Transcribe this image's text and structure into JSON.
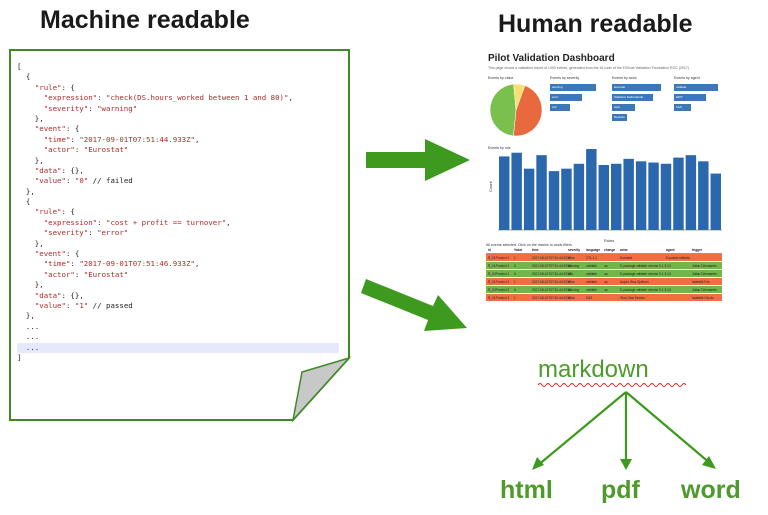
{
  "machine_title": "Machine readable",
  "human_title": "Human readable",
  "code_lines": [
    "[",
    "  {",
    "    \"rule\": {",
    "      \"expression\": \"check(DS.hours_worked between 1 and 80)\",",
    "      \"severity\": \"warning\"",
    "    },",
    "    \"event\": {",
    "      \"time\": \"2017-09-01T07:51:44.933Z\",",
    "      \"actor\": \"Eurostat\"",
    "    },",
    "    \"data\": {},",
    "    \"value\": \"0\" // failed",
    "  },",
    "  {",
    "    \"rule\": {",
    "      \"expression\": \"cost + profit == turnover\",",
    "      \"severity\": \"error\"",
    "    },",
    "    \"event\": {",
    "      \"time\": \"2017-09-01T07:51:46.933Z\",",
    "      \"actor\": \"Eurostat\"",
    "    },",
    "    \"data\": {},",
    "    \"value\": \"1\" // passed",
    "  },",
    "  ...",
    "  ...",
    "  ...",
    "]"
  ],
  "dashboard": {
    "title": "Pilot Validation Dashboard",
    "subtitle": "This page shows a validation report of 1000 events, generated from the 16 rules of the ESSnet Validation Foundation ROC (2017)",
    "panel_labels": [
      "Events by value",
      "Events by severity",
      "Events by actor",
      "Events by agent"
    ],
    "pie": {
      "colors": [
        "#e8693d",
        "#7ac04f",
        "#f4e06a"
      ],
      "slices": [
        46,
        47,
        7
      ]
    },
    "hbar_groups": [
      {
        "bars": [
          {
            "label": "warning",
            "value": 0.8
          },
          {
            "label": "error",
            "value": 0.55
          },
          {
            "label": "info",
            "value": 0.35
          }
        ]
      },
      {
        "bars": [
          {
            "label": "Eurostat",
            "value": 0.85
          },
          {
            "label": "Statistics Netherlands",
            "value": 0.7
          },
          {
            "label": "Istat",
            "value": 0.4
          },
          {
            "label": "Destatis",
            "value": 0.25
          }
        ]
      },
      {
        "bars": [
          {
            "label": "validate",
            "value": 0.75
          },
          {
            "label": "EDIT",
            "value": 0.55
          },
          {
            "label": "SAS",
            "value": 0.3
          }
        ]
      }
    ],
    "bar_chart": {
      "label": "Events by rule",
      "color": "#2b67ad",
      "values": [
        60,
        63,
        50,
        61,
        48,
        50,
        54,
        66,
        53,
        54,
        58,
        56,
        55,
        54,
        59,
        61,
        56,
        46
      ],
      "ymax": 75,
      "xlabel": "Rules",
      "ylabel": "Count"
    },
    "table": {
      "caption": "All events selected. Click on the graphs to apply filters",
      "headers": [
        "id",
        "Value",
        "time",
        "severity",
        "language",
        "change",
        "actor",
        "agent",
        "trigger"
      ],
      "rows": [
        {
          "color": "red",
          "cells": [
            "R_01Product 1",
            "1",
            "2017-08-01T07:51:44.933Z",
            "error",
            "VTL 1.1",
            "",
            "Eurostat",
            "Eurostat validatio",
            ""
          ]
        },
        {
          "color": "green",
          "cells": [
            "R_01Product 1",
            "0",
            "2017-08-01T07:51:44.933Z",
            "warning",
            "validate",
            "up",
            "E-package validate version 0.1.3.10",
            "",
            "Jullan Demaseter"
          ]
        },
        {
          "color": "green",
          "cells": [
            "R_02Product 1",
            "0",
            "2017-08-01T07:51:44.933Z",
            "info",
            "validate",
            "up",
            "E-package validate version 0.1.3.10",
            "",
            "Jullan Demaseter"
          ]
        },
        {
          "color": "red",
          "cells": [
            "R_01Product 2",
            "1",
            "2017-08-01T07:51:44.933Z",
            "error",
            "validate",
            "up",
            "Aujoin Gios Sjolkmn",
            "",
            "Istatistik Fax"
          ]
        },
        {
          "color": "green",
          "cells": [
            "R_02Product 2",
            "0",
            "2017-08-01T07:51:44.933Z",
            "warning",
            "validate",
            "up",
            "E-package validate version 0.1.3.10",
            "",
            "Jullan Demaseter"
          ]
        },
        {
          "color": "red",
          "cells": [
            "R_01Product 3",
            "1",
            "2017-08-01T07:51:44.933Z",
            "error",
            "SAS",
            "",
            "Gios Gios Verdon",
            "",
            "Istatistik Gio Ac"
          ]
        }
      ]
    }
  },
  "markdown_label": "markdown",
  "outputs": [
    "html",
    "pdf",
    "word"
  ],
  "colors": {
    "arrow": "#3d9a1e",
    "outline": "#3f8a27",
    "fold": "#c8c8c8",
    "green_text": "#4e9a2c"
  }
}
